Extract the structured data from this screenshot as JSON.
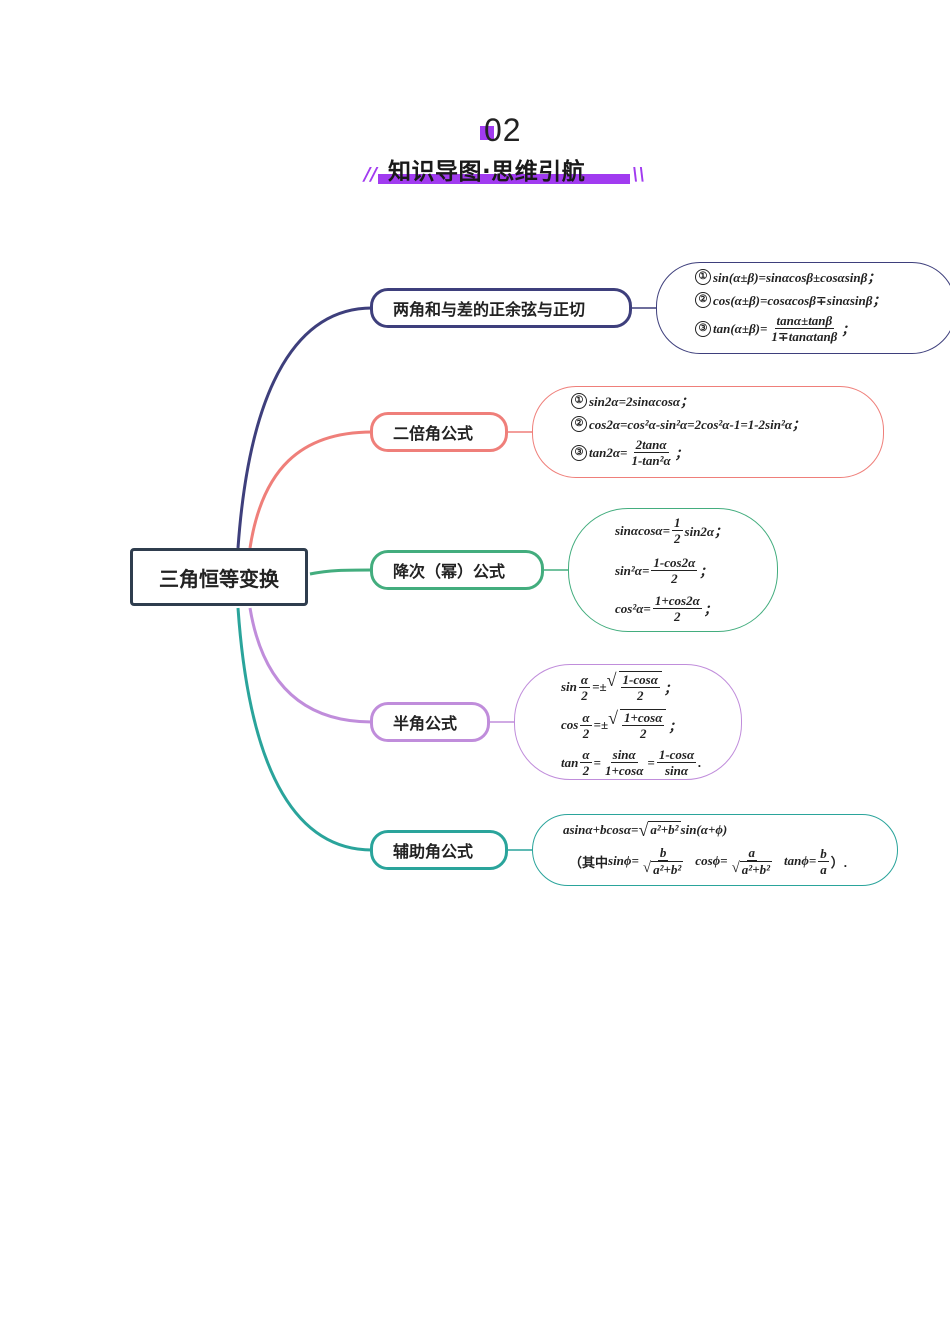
{
  "header": {
    "number": "02",
    "title": "知识导图·思维引航",
    "slash_left": "//",
    "slash_right": "\\\\"
  },
  "root": {
    "label": "三角恒等变换"
  },
  "branches": [
    {
      "label": "两角和与差的正余弦与正切",
      "color": "#3e3f7c",
      "lines": [
        {
          "num": "①",
          "text": "sin(α±β)=sinαcosβ±cosαsinβ；"
        },
        {
          "num": "②",
          "text": "cos(α±β)=cosαcosβ∓sinαsinβ；"
        },
        {
          "num": "③",
          "text": "tan(α±β)=",
          "frac_n": "tanα±tanβ",
          "frac_d": "1∓tanαtanβ",
          "tail": "；"
        }
      ]
    },
    {
      "label": "二倍角公式",
      "color": "#ef7f7a",
      "lines": [
        {
          "num": "①",
          "text": "sin2α=2sinαcosα；"
        },
        {
          "num": "②",
          "text": "cos2α=cos²α-sin²α=2cos²α-1=1-2sin²α；"
        },
        {
          "num": "③",
          "text": "tan2α=",
          "frac_n": "2tanα",
          "frac_d": "1-tan²α",
          "tail": "；"
        }
      ]
    },
    {
      "label": "降次（幂）公式",
      "color": "#43ad7e",
      "lines": [
        {
          "text": "sinαcosα=",
          "frac_n": "1",
          "frac_d": "2",
          "tail": "sin2α；"
        },
        {
          "text": "sin²α=",
          "frac_n": "1-cos2α",
          "frac_d": "2",
          "tail": "；"
        },
        {
          "text": "cos²α=",
          "frac_n": "1+cos2α",
          "frac_d": "2",
          "tail": "；"
        }
      ]
    },
    {
      "label": "半角公式",
      "color": "#c08ddb",
      "lines": [
        {
          "pre": "sin",
          "frac1_n": "α",
          "frac1_d": "2",
          "mid": "=±",
          "rad_n": "1-cosα",
          "rad_d": "2",
          "tail": "；"
        },
        {
          "pre": "cos",
          "frac1_n": "α",
          "frac1_d": "2",
          "mid": "=±",
          "rad_n": "1+cosα",
          "rad_d": "2",
          "tail": "；"
        },
        {
          "pre": "tan",
          "frac1_n": "α",
          "frac1_d": "2",
          "mid": "=",
          "f2_n": "sinα",
          "f2_d": "1+cosα",
          "mid2": "=",
          "f3_n": "1-cosα",
          "f3_d": "sinα",
          "tail": "."
        }
      ]
    },
    {
      "label": "辅助角公式",
      "color": "#2aa49b",
      "line1_pre": "asinα+bcosα=",
      "line1_rad": "a²+b²",
      "line1_tail": "sin(α+ϕ)",
      "line2_open": "（其中",
      "line2_sin": "sinϕ=",
      "line2_sin_n": "b",
      "line2_cos": "cosϕ=",
      "line2_cos_n": "a",
      "line2_rad": "a²+b²",
      "line2_tan": "tanϕ=",
      "line2_tan_n": "b",
      "line2_tan_d": "a",
      "line2_close": "）."
    }
  ]
}
